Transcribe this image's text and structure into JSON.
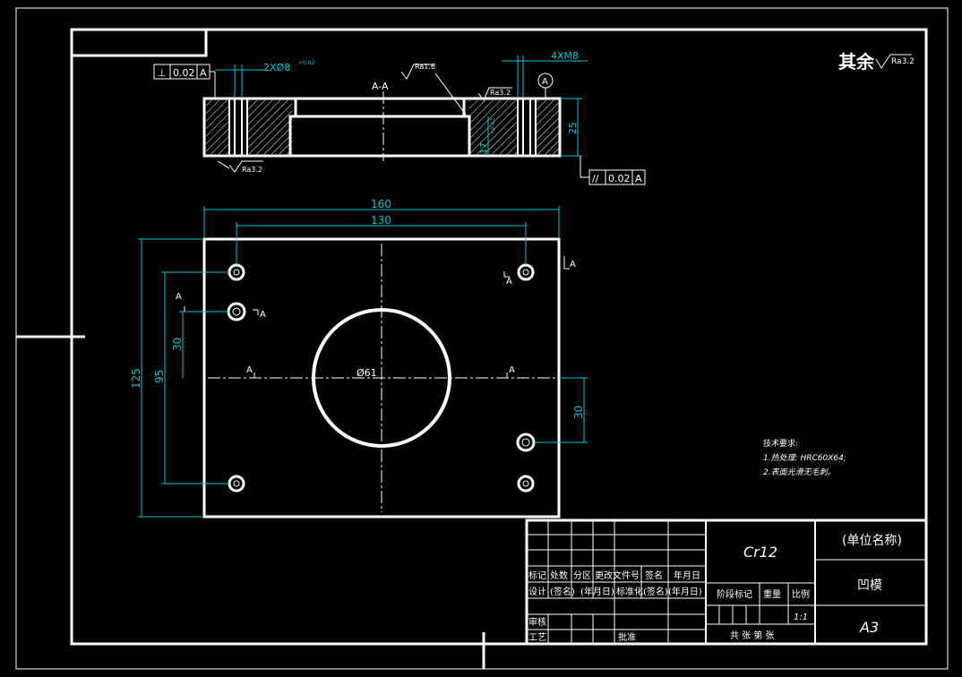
{
  "corner_note": {
    "prefix": "其余",
    "roughness": "Ra3.2"
  },
  "section_view": {
    "label": "A-A",
    "dim_holes": "2XØ8",
    "dim_holes_tol": "+0.02",
    "dim_threads": "4XM8",
    "dim_height": "25",
    "dim_pocket": "17",
    "dim_pocket_tol": "+0.02",
    "roughness_top_left": "Ra1.6",
    "roughness_top_right": "Ra3.2",
    "roughness_bottom": "Ra3.2",
    "datum_letter": "A",
    "perp_tol": {
      "symbol": "⊥",
      "value": "0.02",
      "datum": "A"
    },
    "par_tol": {
      "symbol": "//",
      "value": "0.02",
      "datum": "A"
    }
  },
  "plan_view": {
    "dim_width_outer": "160",
    "dim_width_inner": "130",
    "dim_height_outer": "125",
    "dim_height_inner": "95",
    "dim_offset_left": "30",
    "dim_offset_right": "30",
    "dim_hole_dia": "Ø61",
    "section_marker": "A"
  },
  "tech_notes": {
    "title": "技术要求:",
    "line1": "1.热处理: HRC60X64;",
    "line2": "2.表面光滑无毛刺。"
  },
  "title_block": {
    "material": "Cr12",
    "company": "(单位名称)",
    "part_name": "凹模",
    "sheet_size": "A3",
    "scale": "1:1",
    "header_labels": [
      "标记",
      "处数",
      "分区",
      "更改文件号",
      "签名",
      "年月日"
    ],
    "design_row": [
      "设计",
      "(签名)",
      "(年月日)",
      "标准化",
      "(签名)",
      "(年月日)"
    ],
    "stage_label": "阶段标记",
    "weight_label": "重量",
    "scale_label": "比例",
    "review_label": "审核",
    "process_label": "工艺",
    "approve_label": "批准",
    "sheets_label": "共 张 第 张"
  }
}
